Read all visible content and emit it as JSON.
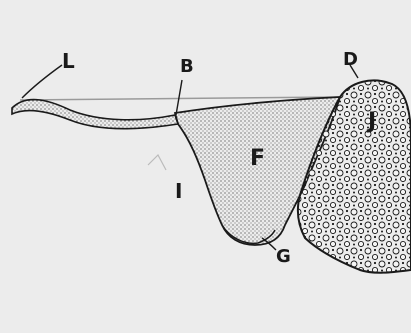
{
  "labels": {
    "L": "L",
    "B": "B",
    "F": "F",
    "I": "I",
    "G": "G",
    "D": "D",
    "J": "J"
  },
  "colors": {
    "background": "#ececec",
    "ink": "#1a1a1a",
    "stipple": "#2b2b2b",
    "cell_fill": "#f4f4f4"
  }
}
